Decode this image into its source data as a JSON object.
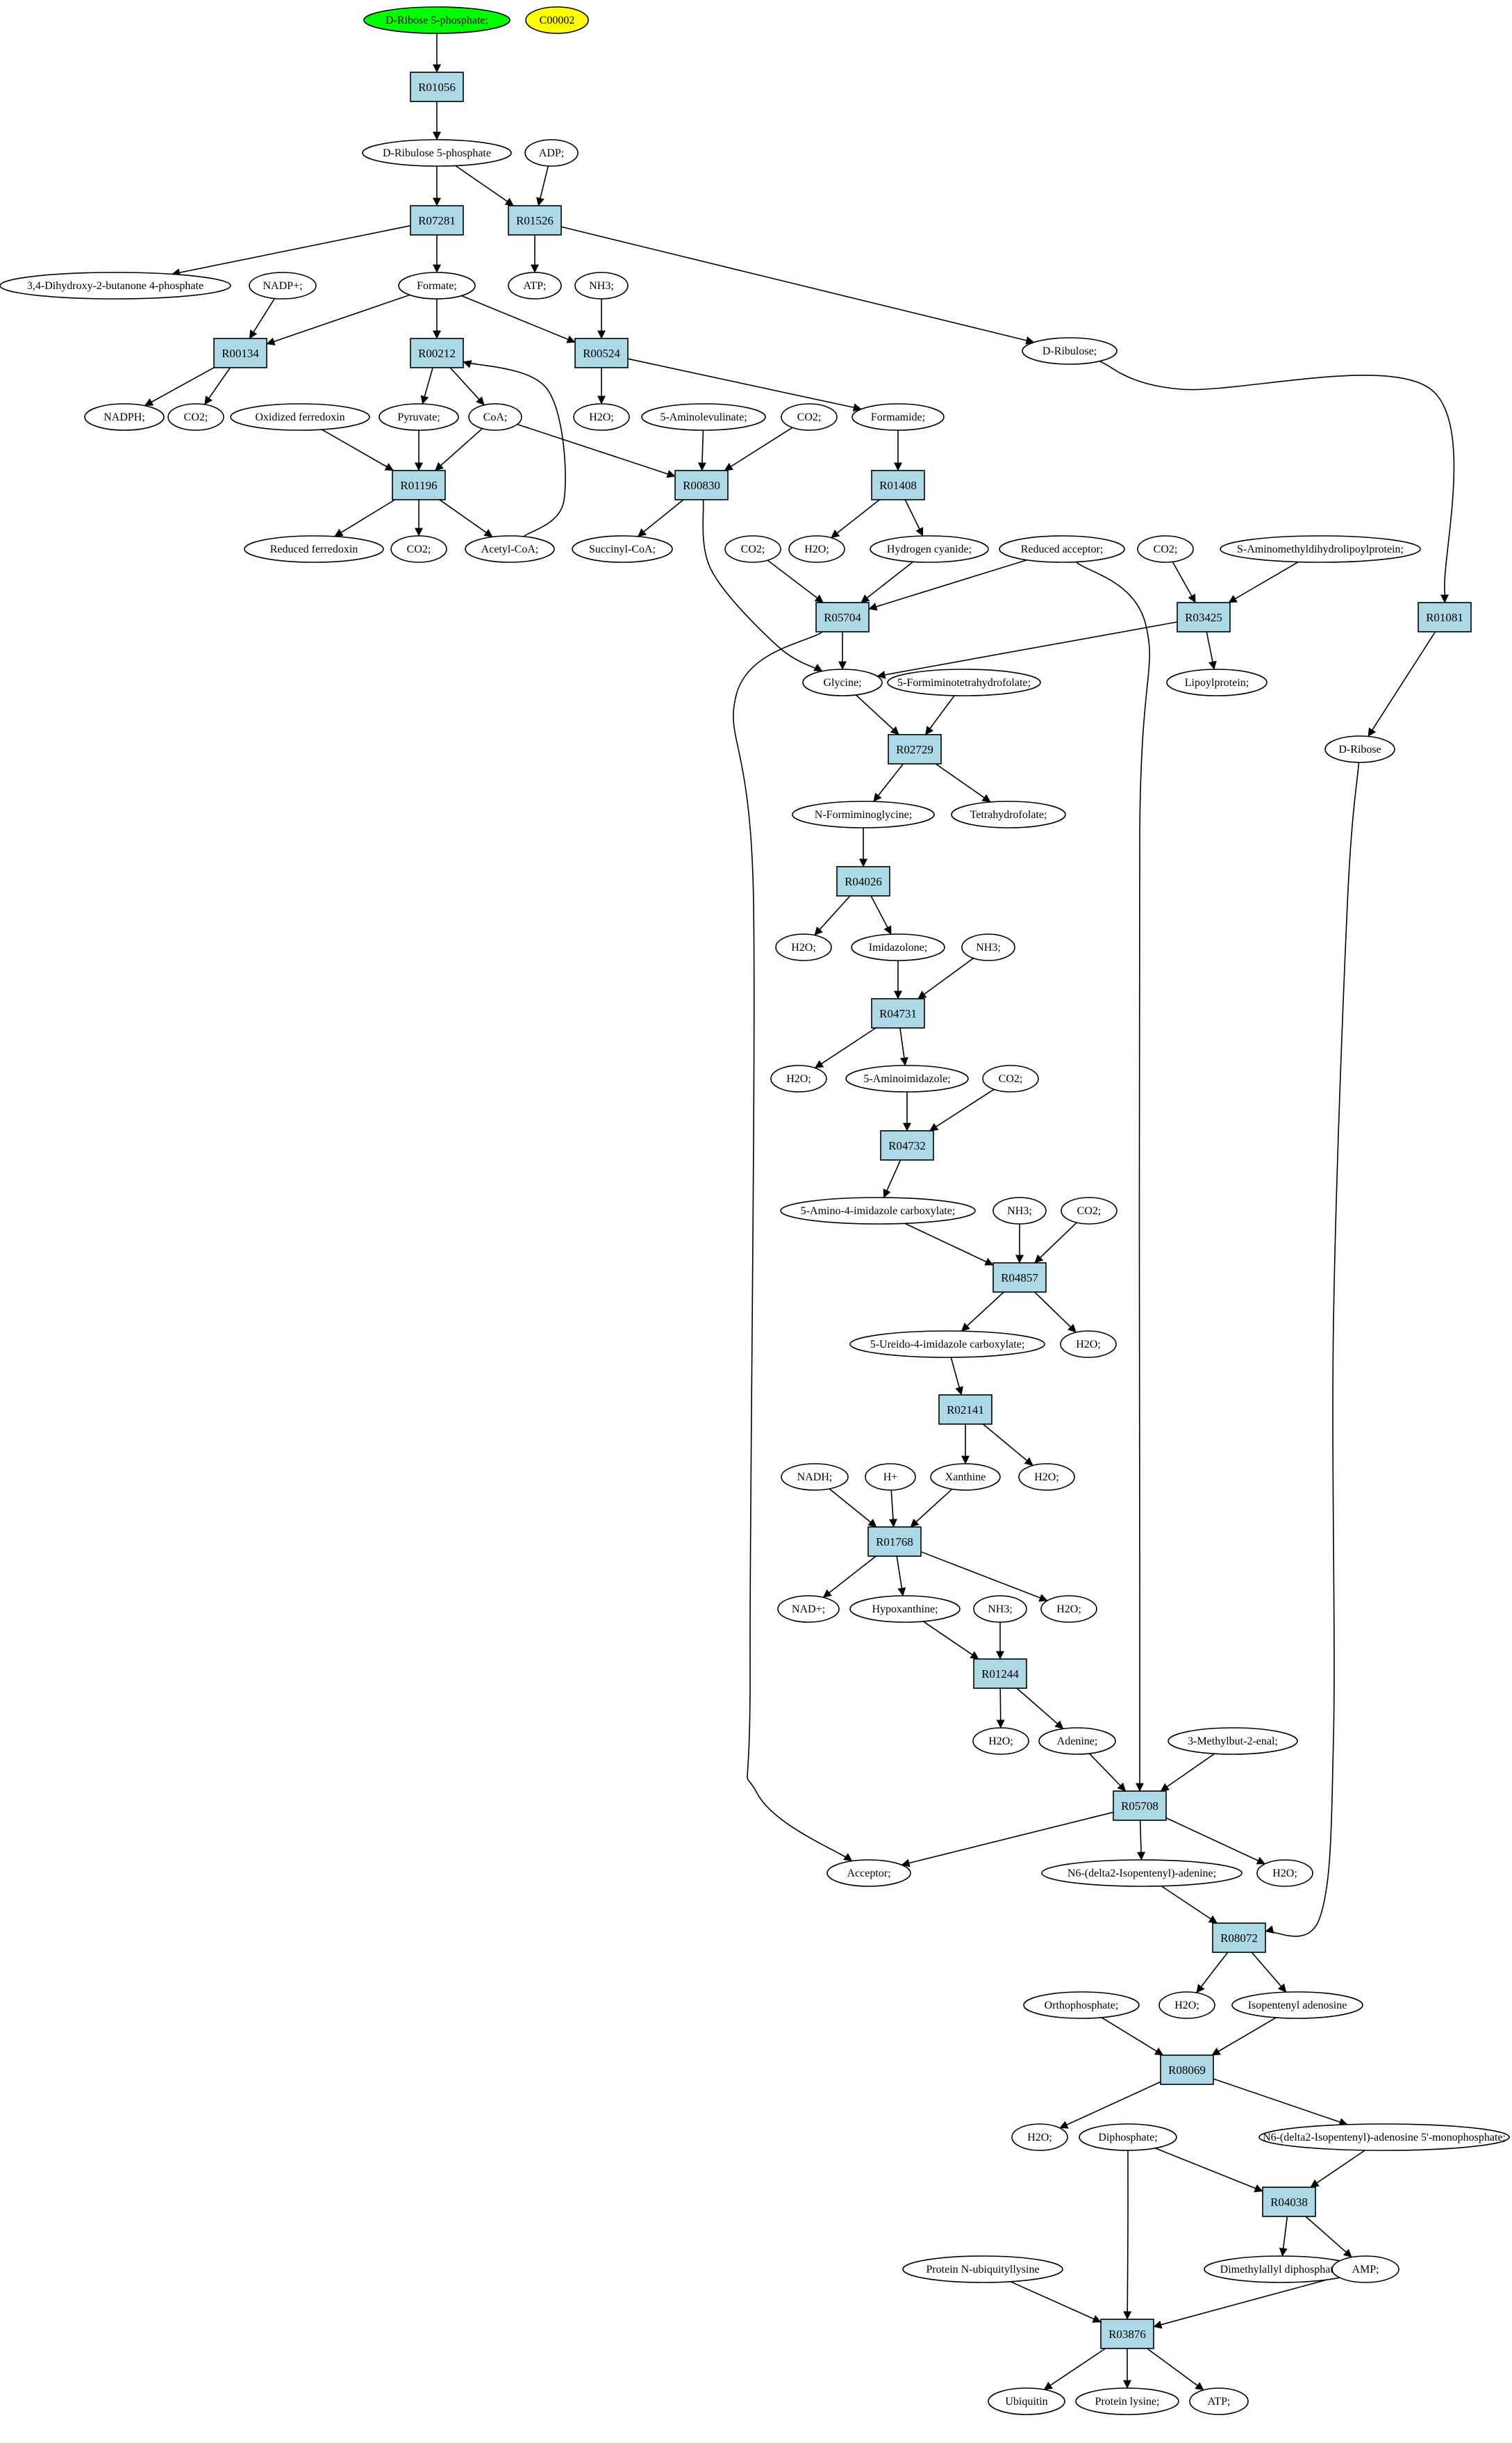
{
  "colors": {
    "reaction_fill": "#add8e6",
    "compound_fill": "#ffffff",
    "start_fill": "#00ff00",
    "highlight_fill": "#ffff00",
    "edge": "#000000"
  },
  "reactions": {
    "R01056": "R01056",
    "R07281": "R07281",
    "R01526": "R01526",
    "R00134": "R00134",
    "R00212": "R00212",
    "R00524": "R00524",
    "R01196": "R01196",
    "R00830": "R00830",
    "R01408": "R01408",
    "R05704": "R05704",
    "R03425": "R03425",
    "R01081": "R01081",
    "R02729": "R02729",
    "R04026": "R04026",
    "R04731": "R04731",
    "R04732": "R04732",
    "R04857": "R04857",
    "R02141": "R02141",
    "R01768": "R01768",
    "R01244": "R01244",
    "R05708": "R05708",
    "R08072": "R08072",
    "R08069": "R08069",
    "R04038": "R04038",
    "R03876": "R03876"
  },
  "compounds": {
    "dribose5p": "D-Ribose 5-phosphate;",
    "c00002": "C00002",
    "dribulose5p": "D-Ribulose 5-phosphate",
    "adp": "ADP;",
    "dihydroxybutanone": "3,4-Dihydroxy-2-butanone 4-phosphate",
    "formate": "Formate;",
    "atp1": "ATP;",
    "nadpplus": "NADP+;",
    "nh3_1": "NH3;",
    "dribulose": "D-Ribulose;",
    "nadph": "NADPH;",
    "co2_1": "CO2;",
    "oxferredoxin": "Oxidized ferredoxin",
    "pyruvate": "Pyruvate;",
    "coa": "CoA;",
    "h2o_1": "H2O;",
    "aminolevulinate": "5-Aminolevulinate;",
    "co2_2": "CO2;",
    "formamide": "Formamide;",
    "redferredoxin": "Reduced ferredoxin",
    "co2_3": "CO2;",
    "acetylcoa": "Acetyl-CoA;",
    "succinylcoa": "Succinyl-CoA;",
    "h2o_2": "H2O;",
    "hcn": "Hydrogen cyanide;",
    "co2_4": "CO2;",
    "redacceptor": "Reduced acceptor;",
    "co2_5": "CO2;",
    "aminomethyl": "S-Aminomethyldihydrolipoylprotein;",
    "glycine": "Glycine;",
    "formiminothf": "5-Formiminotetrahydrofolate;",
    "lipoylprotein": "Lipoylprotein;",
    "dribose": "D-Ribose",
    "formiminoglycine": "N-Formiminoglycine;",
    "thf": "Tetrahydrofolate;",
    "h2o_3": "H2O;",
    "imidazolone": "Imidazolone;",
    "nh3_2": "NH3;",
    "h2o_4": "H2O;",
    "aminoimidazole": "5-Aminoimidazole;",
    "co2_6": "CO2;",
    "aminoimidazolecarbox": "5-Amino-4-imidazole carboxylate;",
    "nh3_3": "NH3;",
    "co2_7": "CO2;",
    "ureidoimidazole": "5-Ureido-4-imidazole carboxylate;",
    "h2o_5": "H2O;",
    "xanthine": "Xanthine",
    "h2o_6": "H2O;",
    "nadh": "NADH;",
    "hplus": "H+",
    "nadplus": "NAD+;",
    "hypoxanthine": "Hypoxanthine;",
    "nh3_4": "NH3;",
    "h2o_7": "H2O;",
    "h2o_8": "H2O;",
    "adenine": "Adenine;",
    "methylbutenal": "3-Methylbut-2-enal;",
    "acceptor": "Acceptor;",
    "n6isopentenyladenine": "N6-(delta2-Isopentenyl)-adenine;",
    "h2o_9": "H2O;",
    "h2o_10": "H2O;",
    "isopentenyladenosine": "Isopentenyl adenosine",
    "orthophosphate": "Orthophosphate;",
    "h2o_11": "H2O;",
    "diphosphate": "Diphosphate;",
    "n6amp": "N6-(delta2-Isopentenyl)-adenosine 5'-monophosphate;",
    "dmapp": "Dimethylallyl diphosphate;",
    "amp": "AMP;",
    "protubiq": "Protein N-ubiquityllysine",
    "ubiquitin": "Ubiquitin",
    "proteinlysine": "Protein lysine;",
    "atp2": "ATP;"
  }
}
